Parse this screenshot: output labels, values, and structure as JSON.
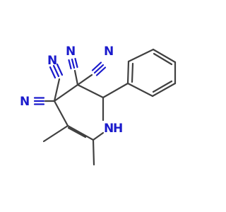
{
  "molecule": {
    "colors": {
      "bond": "#404040",
      "nitrogen": "#1a1acc",
      "background": "#ffffff"
    },
    "labels": {
      "nitrile_1": "N",
      "nitrile_2": "N",
      "nitrile_3": "N",
      "nitrile_4": "N",
      "ring_nh": "N",
      "ring_nh_h": "H"
    }
  }
}
